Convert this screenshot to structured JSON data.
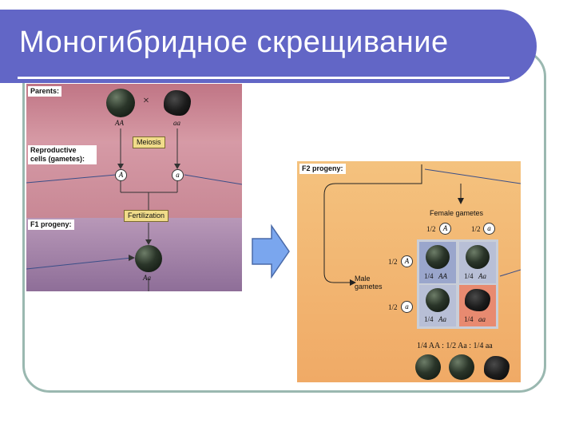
{
  "title": "Моногибридное скрещивание",
  "left_figure": {
    "parents_label": "Parents:",
    "cross_symbol": "×",
    "parent1_genotype": "AA",
    "parent2_genotype": "aa",
    "meiosis_label": "Meiosis",
    "gametes_label": "Reproductive cells (gametes):",
    "gamete1": "A",
    "gamete2": "a",
    "fertilization_label": "Fertilization",
    "f1_label": "F1 progeny:",
    "f1_genotype": "Aa"
  },
  "right_figure": {
    "f2_label": "F2 progeny:",
    "female_gametes_label": "Female gametes",
    "male_gametes_label": "Male gametes",
    "female_g1_frac": "1/2",
    "female_g1": "A",
    "female_g2_frac": "1/2",
    "female_g2": "a",
    "male_g1_frac": "1/2",
    "male_g1": "A",
    "male_g2_frac": "1/2",
    "male_g2": "a",
    "cells": [
      {
        "frac": "1/4",
        "genotype": "AA"
      },
      {
        "frac": "1/4",
        "genotype": "Aa"
      },
      {
        "frac": "1/4",
        "genotype": "Aa"
      },
      {
        "frac": "1/4",
        "genotype": "aa"
      }
    ],
    "ratio_text": "1/4 AA : 1/2 Aa : 1/4 aa"
  },
  "colors": {
    "title_bar": "#6266c6",
    "arrow_fill": "#7aa6ee",
    "cell_blue": "#9aa6cc",
    "cell_red": "#e88a70"
  }
}
